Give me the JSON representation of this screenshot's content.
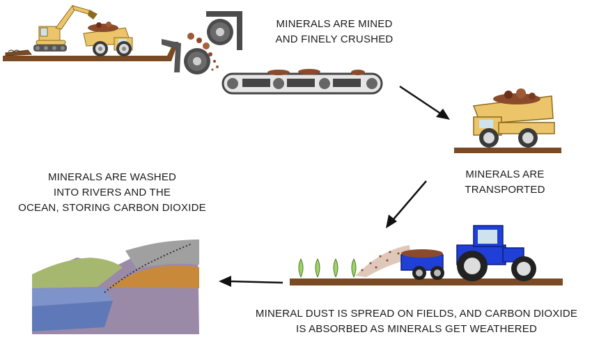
{
  "captions": {
    "mined": [
      "MINERALS ARE MINED",
      "AND FINELY CRUSHED"
    ],
    "transported": [
      "MINERALS ARE",
      "TRANSPORTED"
    ],
    "spread": [
      "MINERAL DUST IS SPREAD ON FIELDS, AND CARBON DIOXIDE",
      "IS ABSORBED AS MINERALS GET WEATHERED"
    ],
    "washed": [
      "MINERALS ARE WASHED",
      "INTO RIVERS AND THE",
      "OCEAN, STORING CARBON DIOXIDE"
    ]
  },
  "colors": {
    "truck": "#ecc56a",
    "truck_outline": "#8a6a1e",
    "rock": "#8b4a2b",
    "soil": "#7a4a24",
    "tractor": "#1f3fd6",
    "gear": "#4b4b4b",
    "arrow": "#111111"
  },
  "icons": [
    "excavator-icon",
    "dump-truck-icon",
    "crusher-icon",
    "conveyor-belt-icon",
    "tractor-icon",
    "crop-icon",
    "landscape-cross-section-icon"
  ]
}
